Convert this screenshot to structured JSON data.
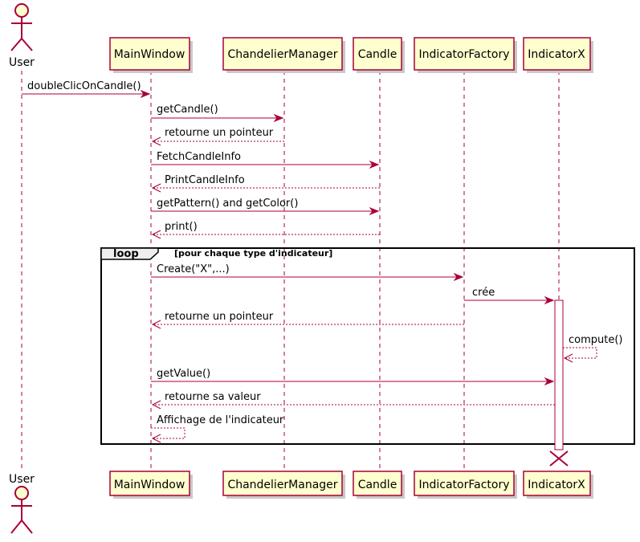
{
  "participants": {
    "user": "User",
    "mainwindow": "MainWindow",
    "chandelier": "ChandelierManager",
    "candle": "Candle",
    "factory": "IndicatorFactory",
    "indicatorx": "IndicatorX"
  },
  "messages": {
    "m1": "doubleClicOnCandle()",
    "m2": "getCandle()",
    "m3": "retourne un pointeur",
    "m4": "FetchCandleInfo",
    "m5": "PrintCandleInfo",
    "m6": "getPattern() and getColor()",
    "m7": "print()",
    "m8": "Create(\"X\",...)",
    "m9": "crée",
    "m10": "retourne un pointeur",
    "m11": "compute()",
    "m12": "getValue()",
    "m13": "retourne sa valeur",
    "m14": "Affichage de l'indicateur"
  },
  "loop": {
    "keyword": "loop",
    "guard": "[pour chaque type d'indicateur]"
  },
  "colors": {
    "line": "#a80036",
    "participant_fill": "#fefece",
    "loop_tab": "#eeeeee"
  }
}
